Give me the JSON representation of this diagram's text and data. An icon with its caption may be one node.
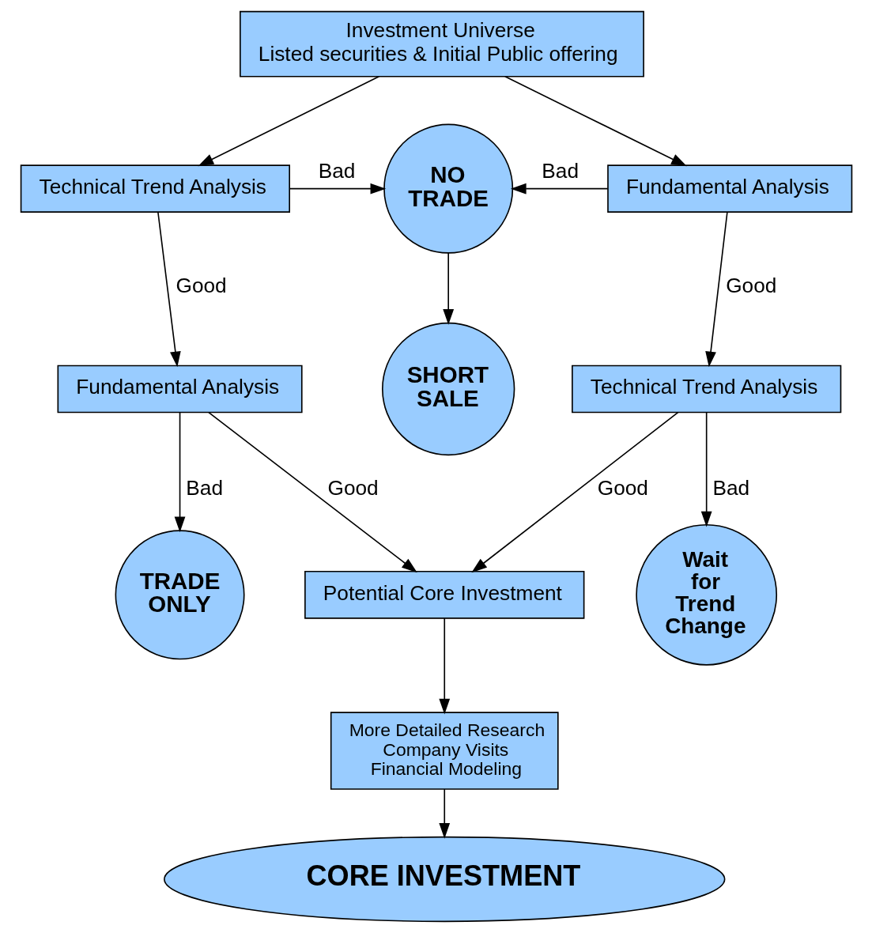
{
  "diagram": {
    "nodes": [
      {
        "text": [
          "Investment Universe",
          "Listed securities & Initial Public offering"
        ]
      },
      {
        "text": [
          "Technical Trend Analysis"
        ]
      },
      {
        "text": [
          "NO TRADE"
        ]
      },
      {
        "text": [
          "Fundamental Analysis"
        ]
      },
      {
        "text": [
          "Fundamental Analysis"
        ]
      },
      {
        "text": [
          "SHORT SALE"
        ]
      },
      {
        "text": [
          "Technical Trend Analysis"
        ]
      },
      {
        "text": [
          "TRADE ONLY"
        ]
      },
      {
        "text": [
          "Potential Core Investment"
        ]
      },
      {
        "text": [
          "Wait for Trend Change"
        ]
      },
      {
        "text": [
          "More Detailed Research",
          "Company Visits",
          "Financial Modeling"
        ]
      },
      {
        "text": [
          "CORE INVESTMENT"
        ]
      }
    ],
    "edges": [
      {
        "from": 0,
        "to": 1,
        "arrow": "to"
      },
      {
        "from": 0,
        "to": 3,
        "arrow": "to"
      },
      {
        "from": 1,
        "to": 2,
        "arrow": "to",
        "label": "Bad"
      },
      {
        "from": 3,
        "to": 2,
        "arrow": "to",
        "label": "Bad"
      },
      {
        "from": 1,
        "to": 4,
        "arrow": "to",
        "label": "Good"
      },
      {
        "from": 3,
        "to": 6,
        "arrow": "to",
        "label": "Good"
      },
      {
        "from": 2,
        "to": 5,
        "arrow": "to"
      },
      {
        "from": 4,
        "to": 7,
        "arrow": "to",
        "label": "Bad"
      },
      {
        "from": 4,
        "to": 8,
        "arrow": "to",
        "label": "Good"
      },
      {
        "from": 6,
        "to": 8,
        "arrow": "to",
        "label": "Good"
      },
      {
        "from": 6,
        "to": 9,
        "arrow": "to",
        "label": "Bad"
      },
      {
        "from": 8,
        "to": 10,
        "arrow": "to"
      },
      {
        "from": 10,
        "to": 11,
        "arrow": "to"
      }
    ]
  }
}
